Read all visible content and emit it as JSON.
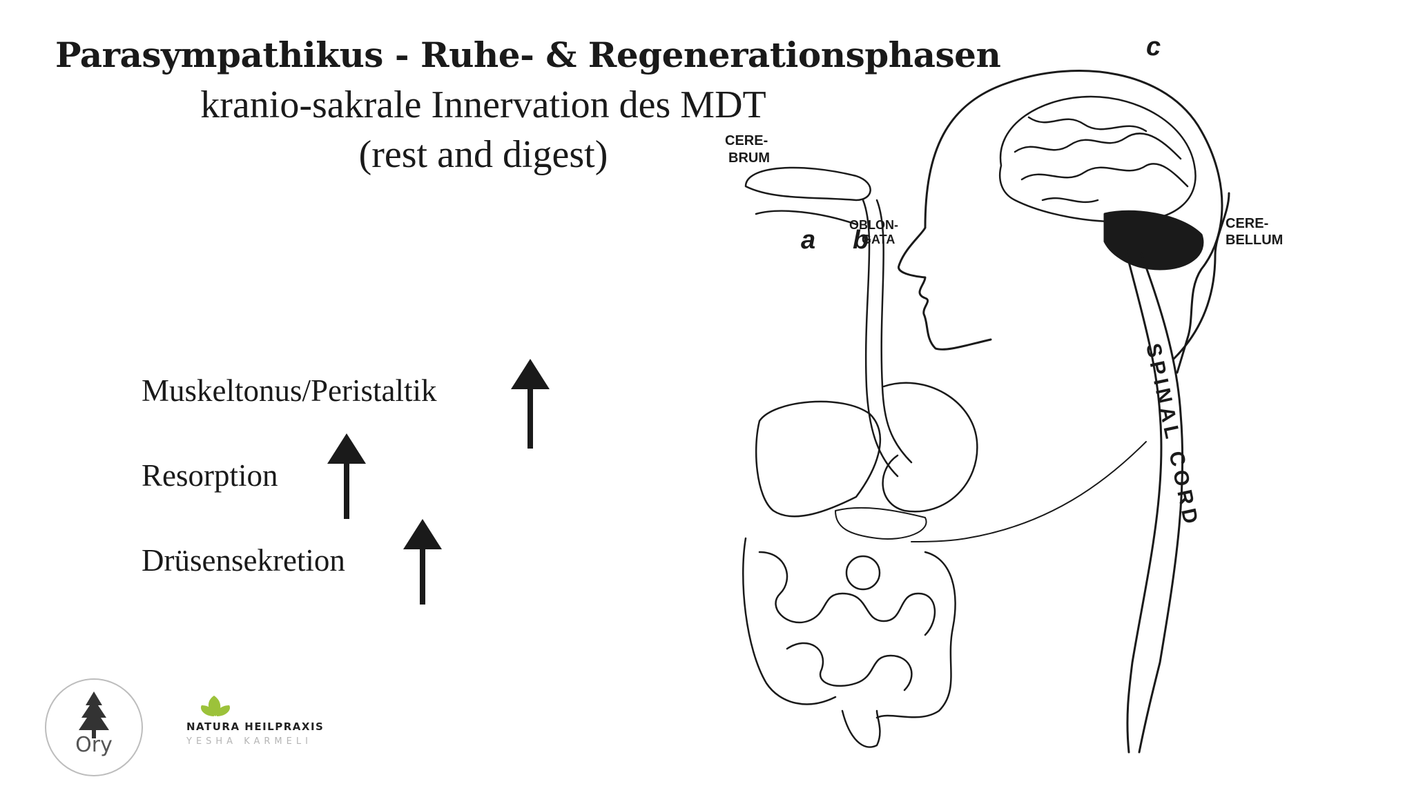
{
  "slide": {
    "title": "Parasympathikus - Ruhe- & Regenerationsphasen",
    "subtitle_line1": "kranio-sakrale Innervation des MDT",
    "subtitle_line2": "(rest and digest)"
  },
  "effects": [
    {
      "label": "Muskeltonus/Peristaltik",
      "direction": "up"
    },
    {
      "label": "Resorption",
      "direction": "up"
    },
    {
      "label": "Drüsensekretion",
      "direction": "up"
    }
  ],
  "illustration": {
    "labels": {
      "cerebrum_1": "CERE-",
      "cerebrum_2": "BRUM",
      "oblongata_1": "OBLON-",
      "oblongata_2": "GATA",
      "cerebellum_1": "CERE-",
      "cerebellum_2": "BELLUM",
      "spinal_cord": "SPINAL CORD",
      "marker_a": "a",
      "marker_b": "b",
      "marker_c": "c"
    }
  },
  "logos": {
    "ory": {
      "text": "Ory",
      "icon": "tree-icon"
    },
    "natura": {
      "name": "NATURA HEILPRAXIS",
      "sub": "YESHA KARMELI",
      "icon": "leaf-icon",
      "color": "#9cc23a"
    }
  },
  "colors": {
    "ink": "#1a1a1a",
    "arrow": "#1a1a1a",
    "accent": "#9cc23a"
  }
}
